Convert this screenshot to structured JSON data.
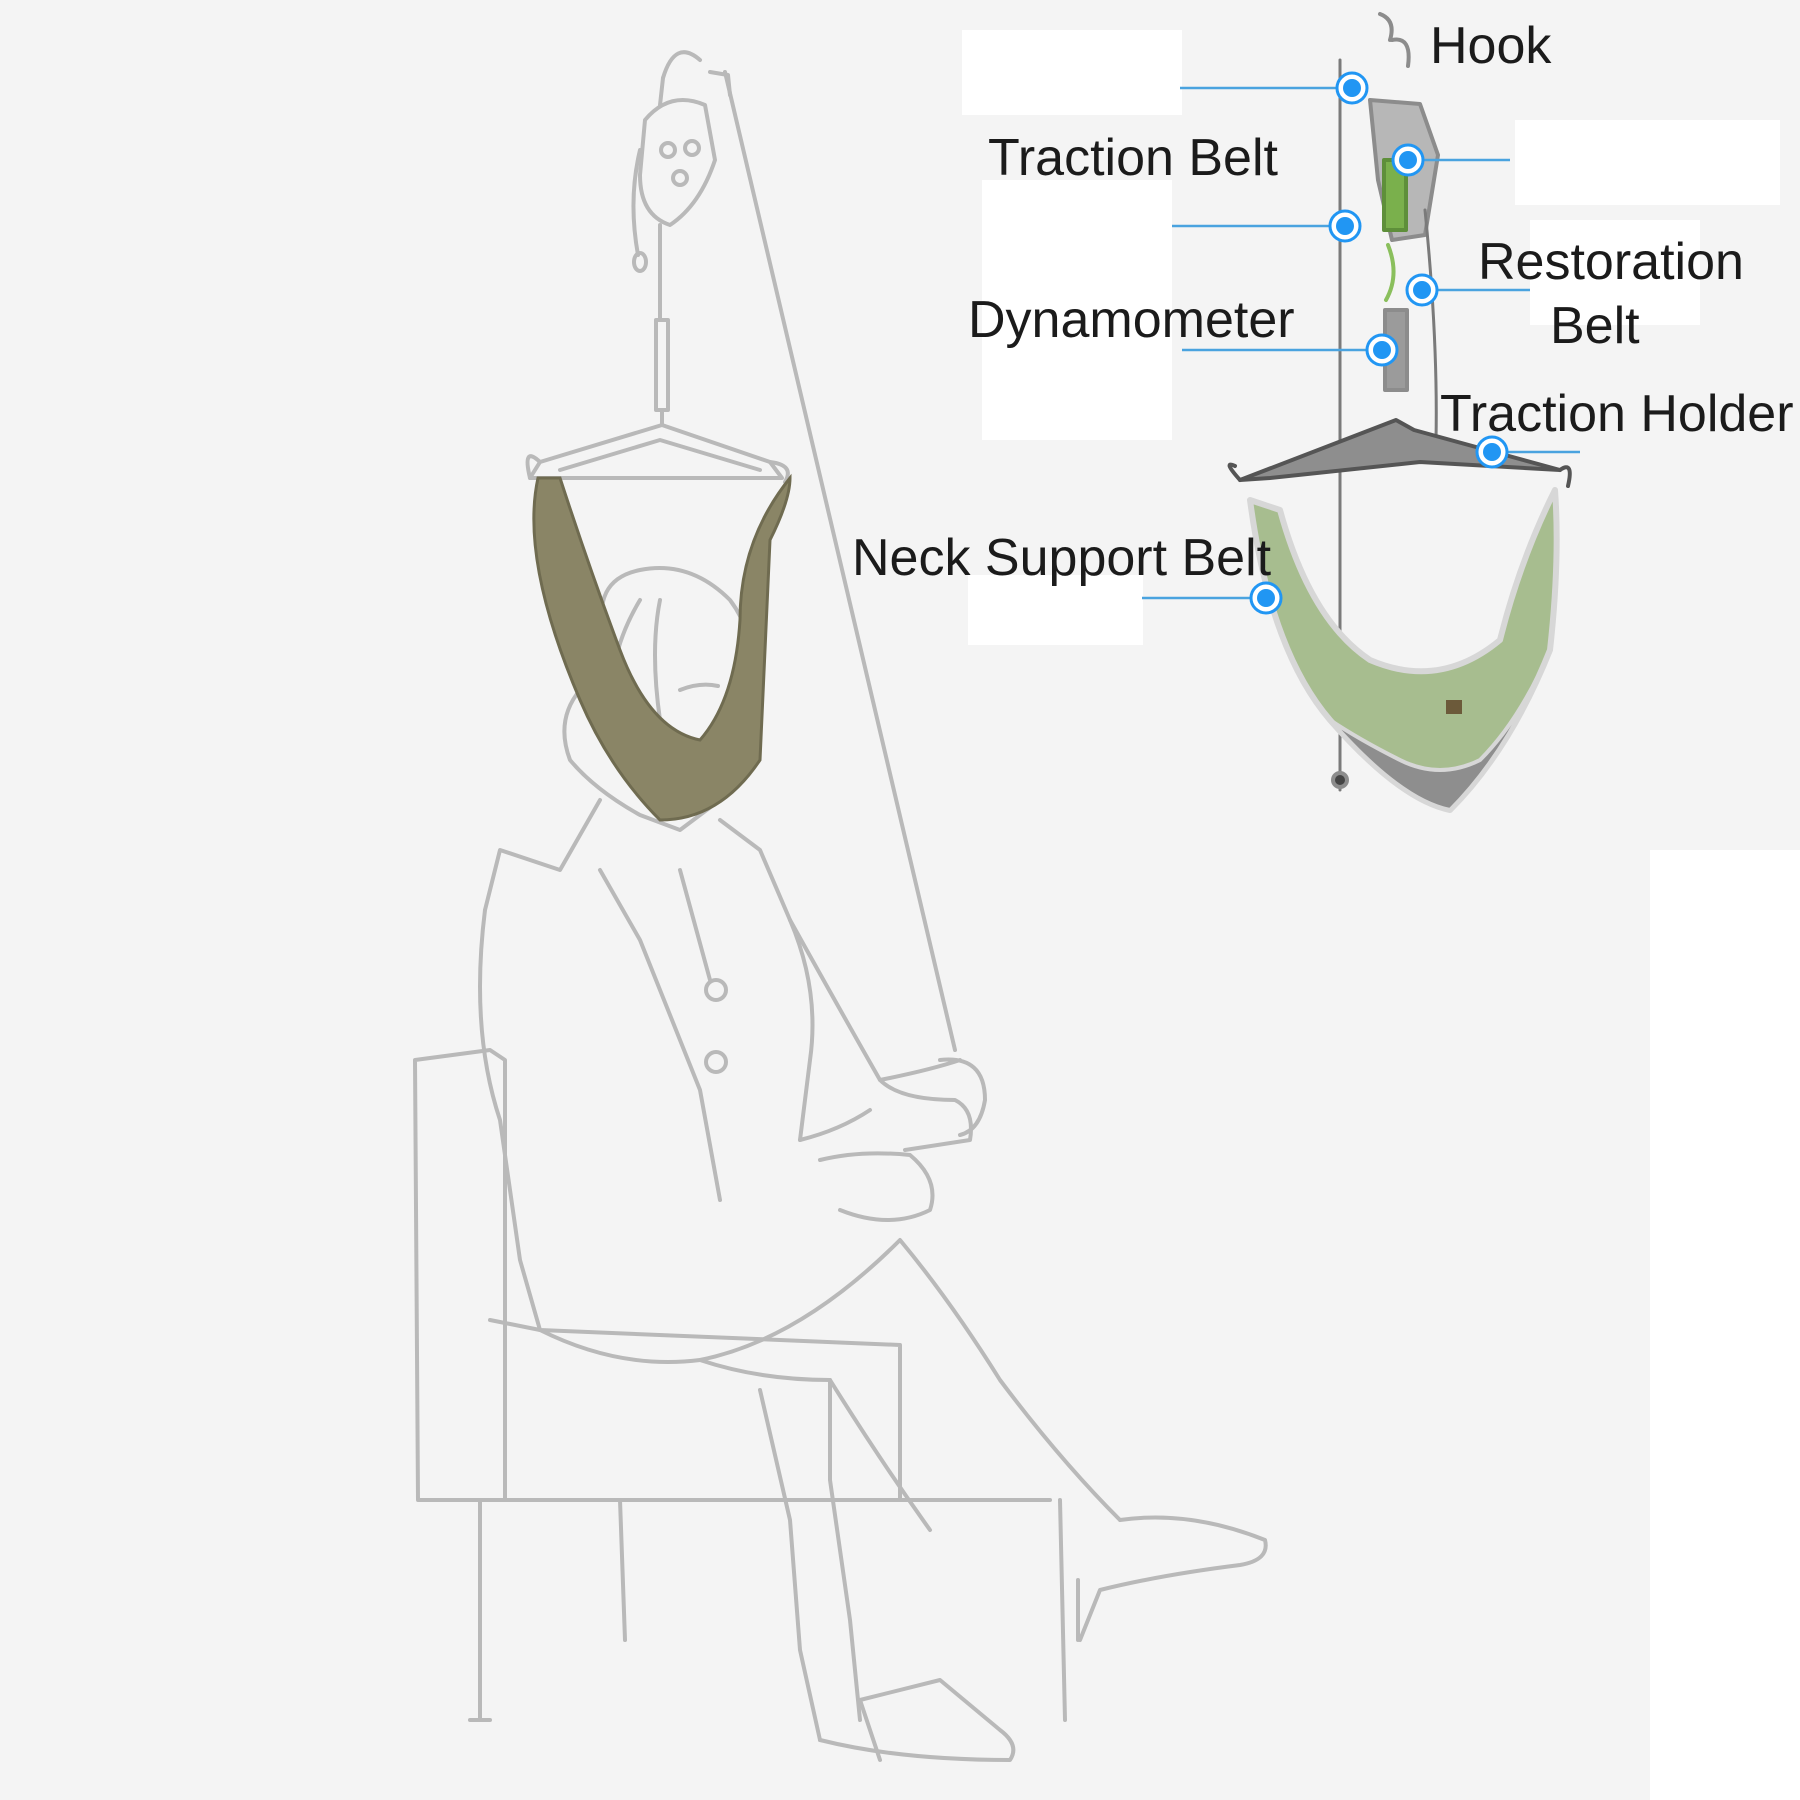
{
  "diagram": {
    "labels": {
      "hook": "Hook",
      "traction_belt": "Traction Belt",
      "restoration_belt_line1": "Restoration",
      "restoration_belt_line2": "Belt",
      "dynamometer": "Dynamometer",
      "traction_holder": "Traction Holder",
      "neck_support_belt": "Neck Support Belt"
    },
    "colors": {
      "background": "#f4f4f4",
      "outline": "#b9b9b9",
      "sling_khaki": "#8a8566",
      "sling_green": "#a7bd8f",
      "pointer_blue": "#2196f3",
      "pointer_line": "#4aa3df",
      "label_text": "#1b1b1b"
    }
  }
}
